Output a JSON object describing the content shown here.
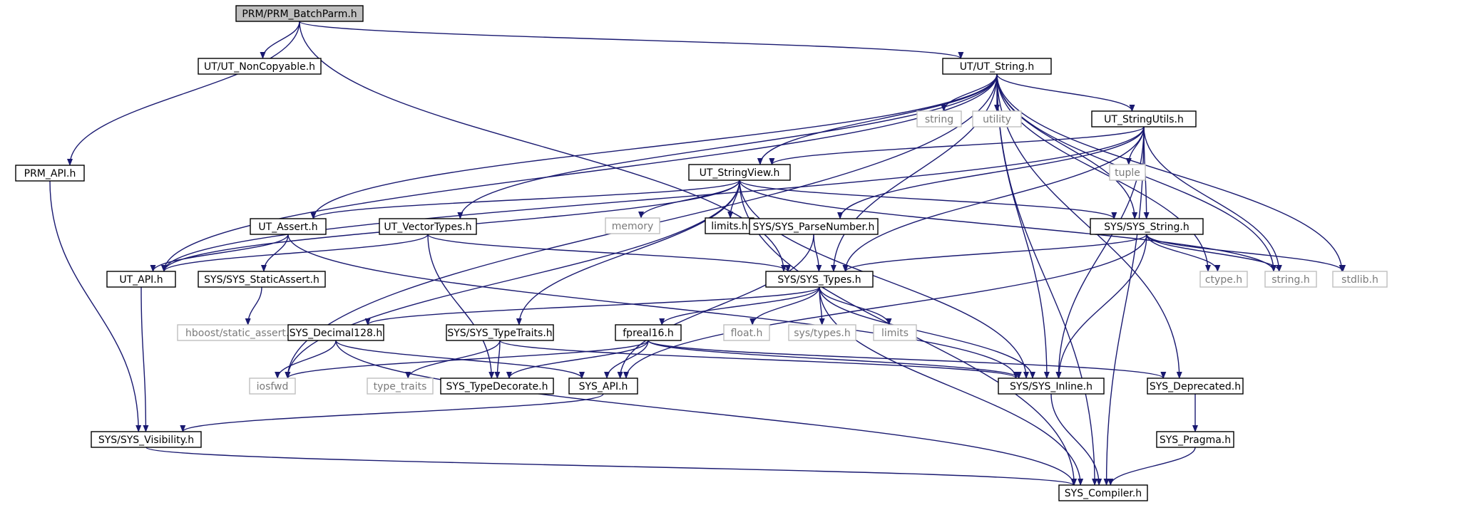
{
  "colors": {
    "edge": "#191970",
    "root_fill": "#bfbfbf",
    "system_border": "#bfbfbf",
    "system_text": "#7a7a7a"
  },
  "nodes": [
    {
      "id": "prm_batchparm",
      "label": "PRM/PRM_BatchParm.h",
      "kind": "root"
    },
    {
      "id": "ut_noncopyable",
      "label": "UT/UT_NonCopyable.h",
      "kind": "header"
    },
    {
      "id": "ut_string",
      "label": "UT/UT_String.h",
      "kind": "header"
    },
    {
      "id": "prm_api",
      "label": "PRM_API.h",
      "kind": "header"
    },
    {
      "id": "string",
      "label": "string",
      "kind": "system"
    },
    {
      "id": "utility",
      "label": "utility",
      "kind": "system"
    },
    {
      "id": "ut_stringutils",
      "label": "UT_StringUtils.h",
      "kind": "header"
    },
    {
      "id": "tuple",
      "label": "tuple",
      "kind": "system"
    },
    {
      "id": "ut_stringview",
      "label": "UT_StringView.h",
      "kind": "header"
    },
    {
      "id": "ut_assert",
      "label": "UT_Assert.h",
      "kind": "header"
    },
    {
      "id": "ut_vectortypes",
      "label": "UT_VectorTypes.h",
      "kind": "header"
    },
    {
      "id": "memory",
      "label": "memory",
      "kind": "system"
    },
    {
      "id": "limits_h",
      "label": "limits.h",
      "kind": "header"
    },
    {
      "id": "sys_parsenumber",
      "label": "SYS/SYS_ParseNumber.h",
      "kind": "header"
    },
    {
      "id": "sys_string",
      "label": "SYS/SYS_String.h",
      "kind": "header"
    },
    {
      "id": "ut_api",
      "label": "UT_API.h",
      "kind": "header"
    },
    {
      "id": "sys_staticassert",
      "label": "SYS/SYS_StaticAssert.h",
      "kind": "header"
    },
    {
      "id": "sys_types",
      "label": "SYS/SYS_Types.h",
      "kind": "header"
    },
    {
      "id": "ctype",
      "label": "ctype.h",
      "kind": "system"
    },
    {
      "id": "string_h",
      "label": "string.h",
      "kind": "system"
    },
    {
      "id": "stdlib",
      "label": "stdlib.h",
      "kind": "system"
    },
    {
      "id": "hboost",
      "label": "hboost/static_assert.hpp",
      "kind": "system"
    },
    {
      "id": "sys_decimal128",
      "label": "SYS_Decimal128.h",
      "kind": "header"
    },
    {
      "id": "sys_typetraits",
      "label": "SYS/SYS_TypeTraits.h",
      "kind": "header"
    },
    {
      "id": "fpreal16",
      "label": "fpreal16.h",
      "kind": "header"
    },
    {
      "id": "float_h",
      "label": "float.h",
      "kind": "system"
    },
    {
      "id": "sys_types_h",
      "label": "sys/types.h",
      "kind": "system"
    },
    {
      "id": "limits",
      "label": "limits",
      "kind": "system"
    },
    {
      "id": "iosfwd",
      "label": "iosfwd",
      "kind": "system"
    },
    {
      "id": "type_traits",
      "label": "type_traits",
      "kind": "system"
    },
    {
      "id": "sys_typedecorate",
      "label": "SYS_TypeDecorate.h",
      "kind": "header"
    },
    {
      "id": "sys_api",
      "label": "SYS_API.h",
      "kind": "header"
    },
    {
      "id": "sys_inline",
      "label": "SYS/SYS_Inline.h",
      "kind": "header"
    },
    {
      "id": "sys_deprecated",
      "label": "SYS_Deprecated.h",
      "kind": "header"
    },
    {
      "id": "sys_visibility",
      "label": "SYS/SYS_Visibility.h",
      "kind": "header"
    },
    {
      "id": "sys_pragma",
      "label": "SYS_Pragma.h",
      "kind": "header"
    },
    {
      "id": "sys_compiler",
      "label": "SYS_Compiler.h",
      "kind": "header"
    }
  ],
  "edges": [
    [
      "prm_batchparm",
      "ut_noncopyable"
    ],
    [
      "prm_batchparm",
      "ut_string"
    ],
    [
      "prm_batchparm",
      "prm_api"
    ],
    [
      "prm_batchparm",
      "sys_types"
    ],
    [
      "prm_api",
      "sys_visibility"
    ],
    [
      "ut_string",
      "string"
    ],
    [
      "ut_string",
      "utility"
    ],
    [
      "ut_string",
      "ut_stringutils"
    ],
    [
      "ut_string",
      "ut_stringview"
    ],
    [
      "ut_string",
      "ut_assert"
    ],
    [
      "ut_string",
      "ut_vectortypes"
    ],
    [
      "ut_string",
      "ut_api"
    ],
    [
      "ut_string",
      "sys_types"
    ],
    [
      "ut_string",
      "sys_inline"
    ],
    [
      "ut_string",
      "sys_string"
    ],
    [
      "ut_string",
      "ctype"
    ],
    [
      "ut_string",
      "string_h"
    ],
    [
      "ut_string",
      "stdlib"
    ],
    [
      "ut_string",
      "iosfwd"
    ],
    [
      "ut_string",
      "sys_deprecated"
    ],
    [
      "ut_string",
      "sys_compiler"
    ],
    [
      "ut_stringutils",
      "tuple"
    ],
    [
      "ut_stringutils",
      "ut_stringview"
    ],
    [
      "ut_stringutils",
      "ut_api"
    ],
    [
      "ut_stringutils",
      "sys_parsenumber"
    ],
    [
      "ut_stringutils",
      "sys_string"
    ],
    [
      "ut_stringutils",
      "string_h"
    ],
    [
      "ut_stringutils",
      "sys_types"
    ],
    [
      "ut_stringutils",
      "sys_inline"
    ],
    [
      "ut_stringutils",
      "sys_compiler"
    ],
    [
      "ut_stringview",
      "ut_assert"
    ],
    [
      "ut_stringview",
      "ut_api"
    ],
    [
      "ut_stringview",
      "memory"
    ],
    [
      "ut_stringview",
      "limits_h"
    ],
    [
      "ut_stringview",
      "sys_string"
    ],
    [
      "ut_stringview",
      "string_h"
    ],
    [
      "ut_stringview",
      "sys_typetraits"
    ],
    [
      "ut_stringview",
      "iosfwd"
    ],
    [
      "ut_stringview",
      "sys_inline"
    ],
    [
      "ut_stringview",
      "sys_compiler"
    ],
    [
      "ut_assert",
      "ut_api"
    ],
    [
      "ut_assert",
      "sys_staticassert"
    ],
    [
      "ut_assert",
      "sys_inline"
    ],
    [
      "ut_vectortypes",
      "ut_api"
    ],
    [
      "ut_vectortypes",
      "sys_types"
    ],
    [
      "ut_vectortypes",
      "sys_typedecorate"
    ],
    [
      "sys_parsenumber",
      "sys_types"
    ],
    [
      "sys_parsenumber",
      "sys_api"
    ],
    [
      "sys_string",
      "sys_types"
    ],
    [
      "sys_string",
      "ctype"
    ],
    [
      "sys_string",
      "string_h"
    ],
    [
      "sys_string",
      "stdlib"
    ],
    [
      "sys_string",
      "sys_api"
    ],
    [
      "sys_string",
      "sys_inline"
    ],
    [
      "ut_api",
      "sys_visibility"
    ],
    [
      "sys_staticassert",
      "hboost"
    ],
    [
      "sys_types",
      "sys_decimal128"
    ],
    [
      "sys_types",
      "fpreal16"
    ],
    [
      "sys_types",
      "float_h"
    ],
    [
      "sys_types",
      "sys_types_h"
    ],
    [
      "sys_types",
      "limits"
    ],
    [
      "sys_types",
      "sys_inline"
    ],
    [
      "sys_types",
      "sys_compiler"
    ],
    [
      "sys_decimal128",
      "iosfwd"
    ],
    [
      "sys_decimal128",
      "sys_api"
    ],
    [
      "sys_decimal128",
      "sys_compiler"
    ],
    [
      "sys_typetraits",
      "type_traits"
    ],
    [
      "sys_typetraits",
      "sys_typedecorate"
    ],
    [
      "sys_typetraits",
      "sys_inline"
    ],
    [
      "fpreal16",
      "iosfwd"
    ],
    [
      "fpreal16",
      "sys_typedecorate"
    ],
    [
      "fpreal16",
      "sys_api"
    ],
    [
      "fpreal16",
      "sys_inline"
    ],
    [
      "fpreal16",
      "sys_deprecated"
    ],
    [
      "sys_api",
      "sys_visibility"
    ],
    [
      "sys_inline",
      "sys_compiler"
    ],
    [
      "sys_deprecated",
      "sys_pragma"
    ],
    [
      "sys_visibility",
      "sys_compiler"
    ],
    [
      "sys_pragma",
      "sys_compiler"
    ]
  ]
}
